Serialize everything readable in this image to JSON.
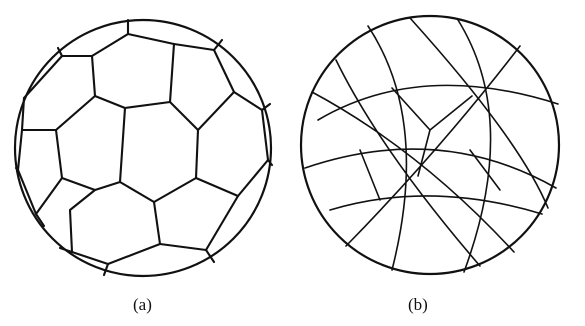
{
  "figure": {
    "panels": [
      {
        "id": "a",
        "caption": "(a)",
        "subject": "soccer-ball-pentagon-hexagon-tiling-icon"
      },
      {
        "id": "b",
        "caption": "(b)",
        "subject": "geodesic-sphere-great-circle-triangulation-icon"
      }
    ],
    "colors": {
      "ink": "#111111",
      "background": "#ffffff"
    }
  }
}
